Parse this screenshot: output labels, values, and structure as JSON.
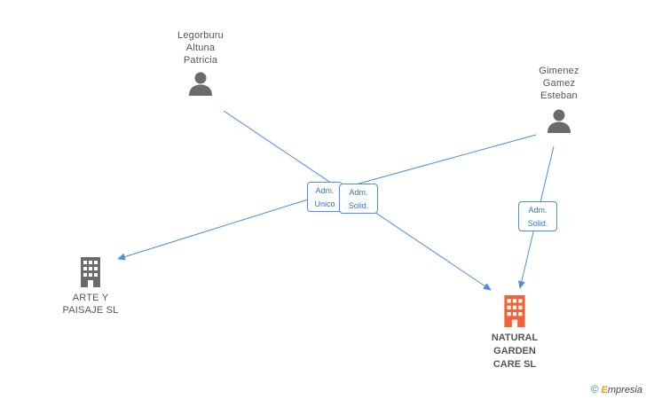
{
  "persons": [
    {
      "id": "legorburu",
      "lines": [
        "Legorburu",
        "Altuna",
        "Patricia"
      ]
    },
    {
      "id": "gimenez",
      "lines": [
        "Gimenez",
        "Gamez",
        "Esteban"
      ]
    }
  ],
  "companies": [
    {
      "id": "arte",
      "lines": [
        "ARTE Y",
        "PAISAJE SL"
      ],
      "color": "#6b6b6b"
    },
    {
      "id": "natural",
      "lines": [
        "NATURAL",
        "GARDEN",
        "CARE SL"
      ],
      "color": "#f4623a"
    }
  ],
  "relations": [
    {
      "from": "legorburu",
      "to": "natural",
      "label": [
        "Adm.",
        "Solid."
      ]
    },
    {
      "from": "gimenez",
      "to": "arte",
      "label": [
        "Adm.",
        "Unico"
      ]
    },
    {
      "from": "gimenez",
      "to": "natural",
      "label": [
        "Adm.",
        "Solid."
      ]
    }
  ],
  "edge_color": "#4a8fe0",
  "footer": {
    "copyright": "©",
    "brand_initial": "E",
    "brand_rest": "mpresia"
  }
}
